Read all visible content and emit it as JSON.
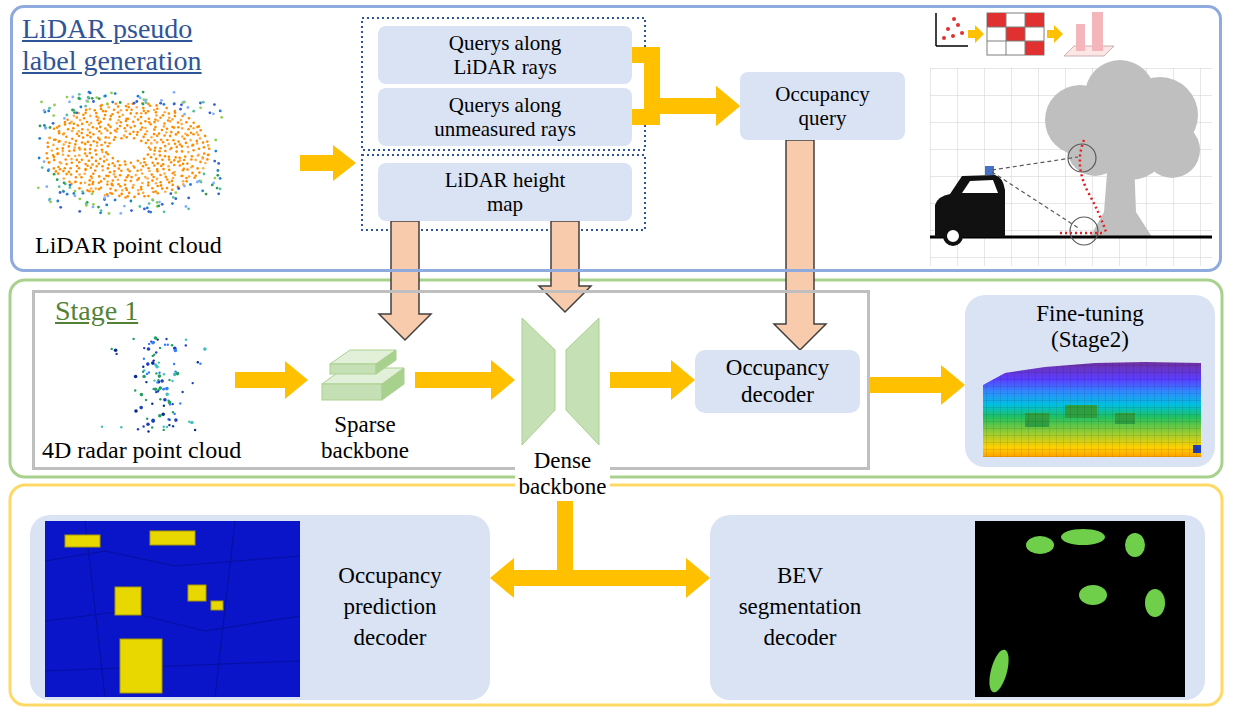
{
  "diagram": {
    "nodes": [
      {
        "text": [
          "LiDAR pseudo label generation"
        ]
      },
      {
        "text": [
          "Querys along LiDAR rays"
        ],
        "in": 0
      },
      {
        "text": [
          "Querys along unmeasured rays"
        ],
        "in": 0
      },
      {
        "text": [
          "LiDAR height map"
        ],
        "in": 0
      },
      {
        "text": [
          "Occupancy query"
        ],
        "in": 0
      },
      {
        "text": [
          "Stage 1"
        ]
      },
      {
        "text": [
          "Sparse backbone"
        ],
        "in": 5
      },
      {
        "text": [
          "Dense backbone"
        ],
        "in": 5
      },
      {
        "text": [
          "Occupancy decoder"
        ],
        "in": 5
      },
      {
        "text": [
          "Fine-tuning (Stage2)"
        ]
      },
      {
        "text": [
          "Occupancy prediction decoder"
        ]
      },
      {
        "text": [
          "BEV segmentation decoder"
        ]
      }
    ],
    "edges": [
      {
        "from": 1,
        "to": 4,
        "arrow": "to"
      },
      {
        "from": 2,
        "to": 4,
        "arrow": "to"
      },
      {
        "from": 3,
        "to": 6,
        "arrow": "to"
      },
      {
        "from": 3,
        "to": 7,
        "arrow": "to"
      },
      {
        "from": 4,
        "to": 8,
        "arrow": "to"
      },
      {
        "from": 6,
        "to": 7,
        "arrow": "to"
      },
      {
        "from": 7,
        "to": 8,
        "arrow": "to"
      },
      {
        "from": 5,
        "to": 9,
        "arrow": "to"
      },
      {
        "from": 7,
        "to": 10,
        "arrow": "to"
      },
      {
        "from": 7,
        "to": 11,
        "arrow": "to"
      }
    ],
    "labels": [
      "LiDAR point cloud",
      "4D radar point cloud"
    ]
  }
}
